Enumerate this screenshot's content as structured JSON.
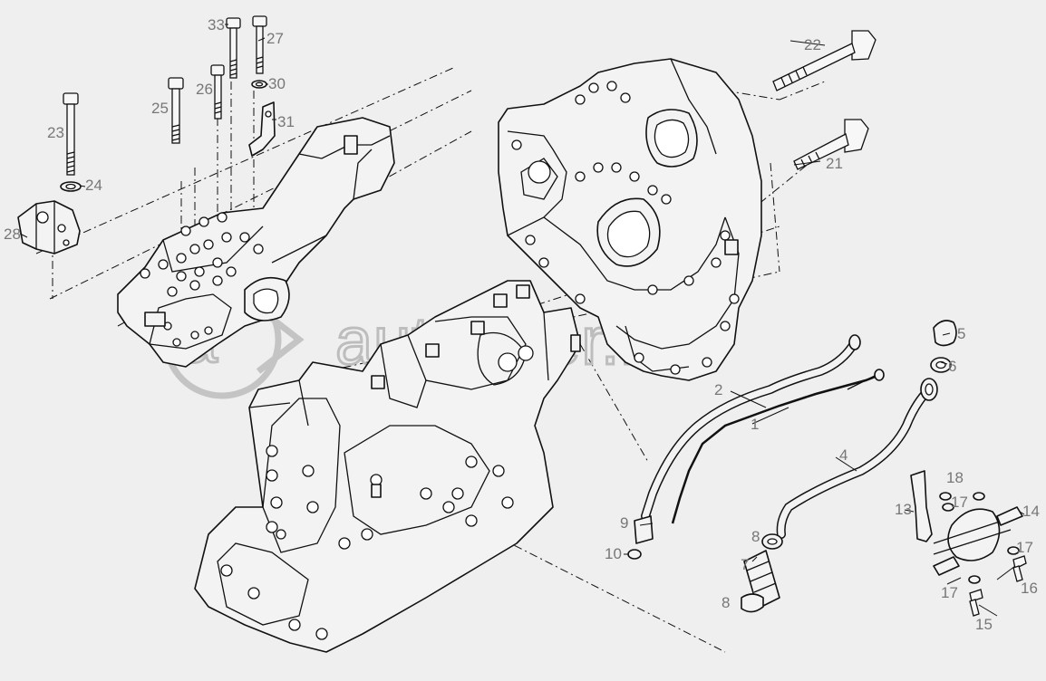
{
  "watermark": {
    "text": "autopiter.ru",
    "logo_letter": "a"
  },
  "callouts": [
    "1",
    "2",
    "4",
    "5",
    "6",
    "7",
    "8",
    "8",
    "9",
    "10",
    "13",
    "14",
    "15",
    "16",
    "17",
    "17",
    "17",
    "18",
    "21",
    "22",
    "23",
    "24",
    "25",
    "26",
    "27",
    "28",
    "30",
    "31",
    "33"
  ],
  "colors": {
    "background": "#efefef",
    "line": "#111111",
    "callout_text": "#777777",
    "watermark": "#bdbdbd"
  }
}
